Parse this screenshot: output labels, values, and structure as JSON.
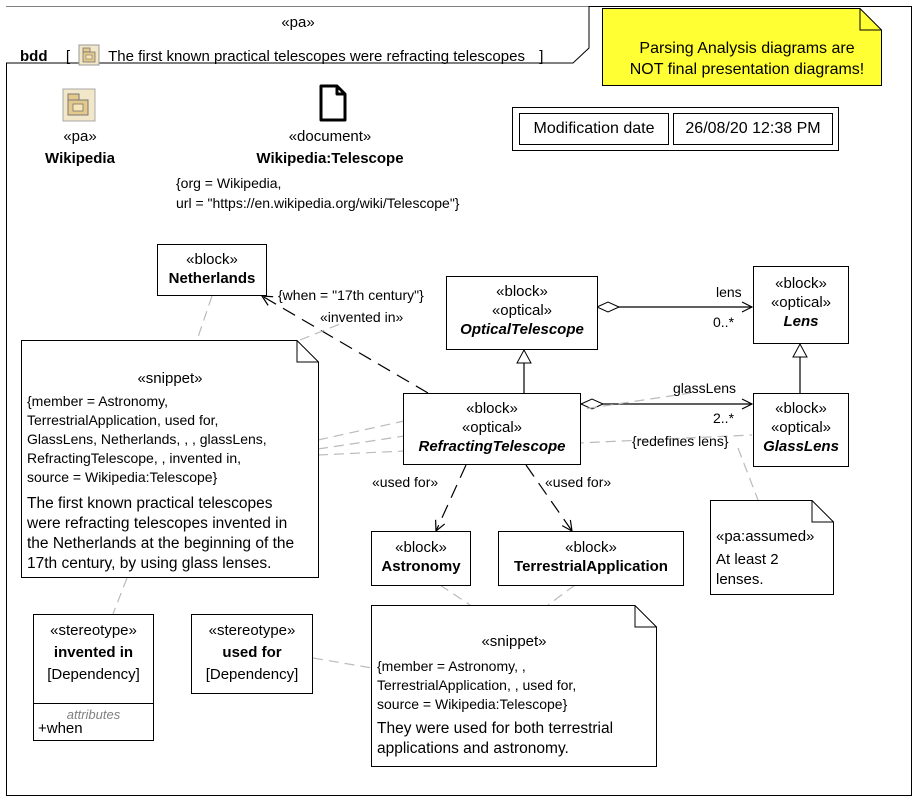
{
  "frame": {
    "stereotype": "«pa»",
    "kind": "bdd",
    "bracket_open": "[",
    "title": "The first known practical telescopes were refracting telescopes",
    "bracket_close": "]"
  },
  "warning_note": {
    "line1": "Parsing Analysis diagrams are",
    "line2": "NOT final presentation diagrams!",
    "color": "#ffff33"
  },
  "modification": {
    "label": "Modification date",
    "value": "26/08/20 12:38 PM"
  },
  "package_wikipedia": {
    "stereotype": "«pa»",
    "name": "Wikipedia",
    "icon": "package-icon"
  },
  "document": {
    "stereotype": "«document»",
    "name": "Wikipedia:Telescope",
    "tag1": "{org = Wikipedia,",
    "tag2": "url = \"https://en.wikipedia.org/wiki/Telescope\"}",
    "icon": "document-icon"
  },
  "blocks": {
    "netherlands": {
      "stereo": "«block»",
      "name": "Netherlands"
    },
    "optical_telescope": {
      "stereo1": "«block»",
      "stereo2": "«optical»",
      "name": "OpticalTelescope"
    },
    "lens": {
      "stereo1": "«block»",
      "stereo2": "«optical»",
      "name": "Lens"
    },
    "refracting_telescope": {
      "stereo1": "«block»",
      "stereo2": "«optical»",
      "name": "RefractingTelescope"
    },
    "glass_lens": {
      "stereo1": "«block»",
      "stereo2": "«optical»",
      "name": "GlassLens"
    },
    "astronomy": {
      "stereo": "«block»",
      "name": "Astronomy"
    },
    "terrestrial_application": {
      "stereo": "«block»",
      "name": "TerrestrialApplication"
    }
  },
  "edge_labels": {
    "when": "{when = \"17th century\"}",
    "invented_in": "«invented in»",
    "lens_role": "lens",
    "lens_mult": "0..*",
    "glass_lens_role": "glassLens",
    "glass_lens_mult": "2..*",
    "redefines": "{redefines lens}",
    "used_for_1": "«used for»",
    "used_for_2": "«used for»"
  },
  "snippet1": {
    "stereo": "«snippet»",
    "tags": [
      "{member = Astronomy,",
      "TerrestrialApplication, used for,",
      "GlassLens, Netherlands, , , glassLens,",
      "RefractingTelescope, , invented in,",
      "source = Wikipedia:Telescope}"
    ],
    "text": [
      "The first known practical telescopes",
      "were refracting telescopes invented in",
      "the Netherlands at the beginning of the",
      "17th century, by using glass lenses."
    ]
  },
  "assumed_note": {
    "stereo": "«pa:assumed»",
    "text": [
      "At least 2",
      "lenses."
    ]
  },
  "stereotype_invented": {
    "stereo": "«stereotype»",
    "name": "invented in",
    "meta": "[Dependency]",
    "compartment": "attributes",
    "attr": "+when"
  },
  "stereotype_used": {
    "stereo": "«stereotype»",
    "name": "used for",
    "meta": "[Dependency]"
  },
  "snippet2": {
    "stereo": "«snippet»",
    "tags": [
      "{member = Astronomy, ,",
      "TerrestrialApplication, , used for,",
      "source = Wikipedia:Telescope}"
    ],
    "text": [
      "They were used for both terrestrial",
      "applications and astronomy."
    ]
  }
}
